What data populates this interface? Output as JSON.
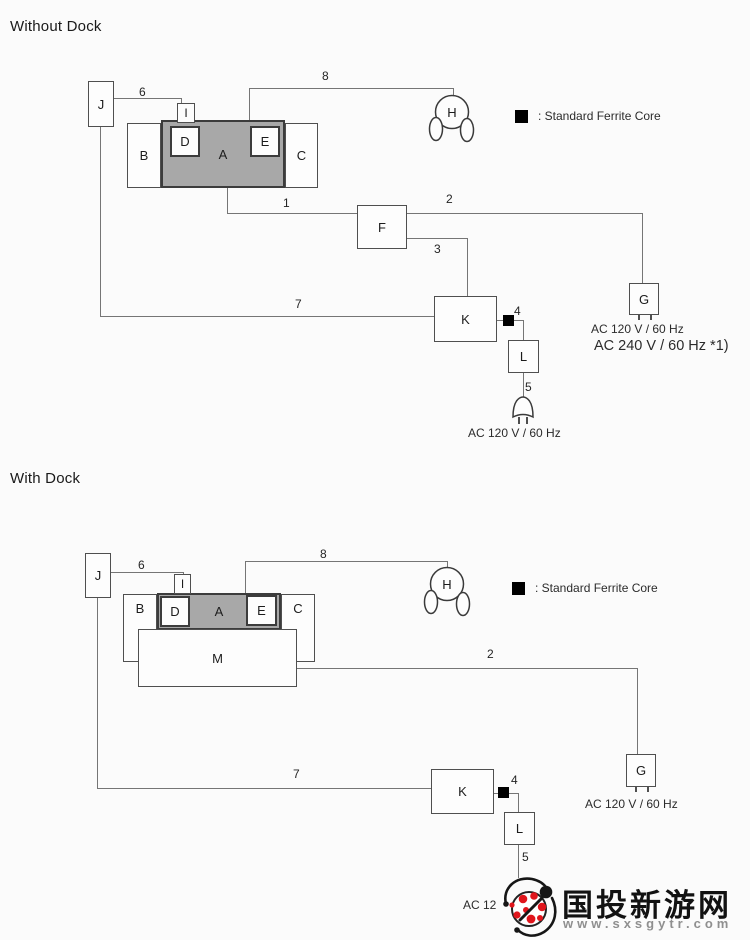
{
  "sections": {
    "without_dock": {
      "title": "Without Dock",
      "boxes": {
        "A": "A",
        "B": "B",
        "C": "C",
        "D": "D",
        "E": "E",
        "F": "F",
        "G": "G",
        "H": "H",
        "I": "I",
        "J": "J",
        "K": "K",
        "L": "L"
      },
      "cables": {
        "c1": "1",
        "c2": "2",
        "c3": "3",
        "c4": "4",
        "c5": "5",
        "c6": "6",
        "c7": "7",
        "c8": "8"
      },
      "legend_label": ": Standard Ferrite Core",
      "outlet_g_primary": "AC 120 V / 60 Hz",
      "outlet_g_secondary": "AC 240 V / 60 Hz *1)",
      "outlet_plug": "AC 120 V / 60 Hz"
    },
    "with_dock": {
      "title": "With Dock",
      "boxes": {
        "A": "A",
        "B": "B",
        "C": "C",
        "D": "D",
        "E": "E",
        "G": "G",
        "H": "H",
        "I": "I",
        "J": "J",
        "K": "K",
        "L": "L",
        "M": "M"
      },
      "cables": {
        "c2": "2",
        "c4": "4",
        "c5": "5",
        "c6": "6",
        "c7": "7",
        "c8": "8"
      },
      "legend_label": ": Standard Ferrite Core",
      "outlet_g_primary": "AC 120 V / 60 Hz",
      "outlet_plug_partial": "AC 12"
    }
  },
  "watermark": {
    "site_name": "国投新游网",
    "site_url": "www.sxsgytr.com",
    "logo": "ladybug"
  },
  "colors": {
    "device_fill": "#a8a8a8",
    "ferrite_core": "#000000",
    "watermark_red": "#e0151c",
    "connector_line": "#757575"
  }
}
